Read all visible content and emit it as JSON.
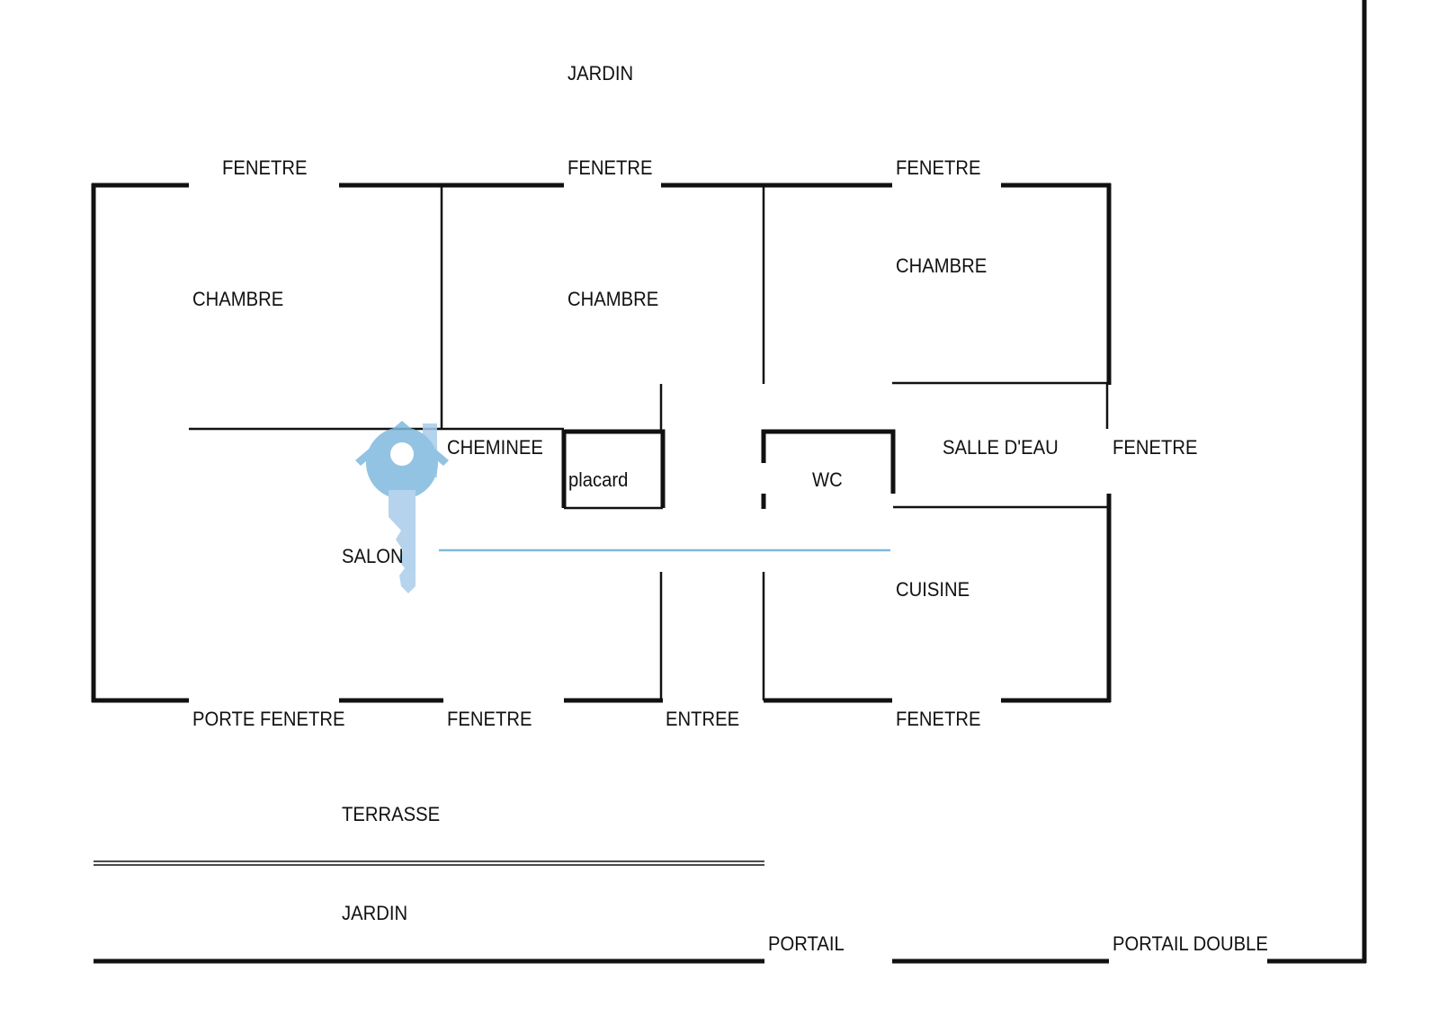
{
  "labels": {
    "jardin_top": "JARDIN",
    "fenetre_top_1": "FENETRE",
    "fenetre_top_2": "FENETRE",
    "fenetre_top_3": "FENETRE",
    "chambre_1": "CHAMBRE",
    "chambre_2": "CHAMBRE",
    "chambre_3": "CHAMBRE",
    "cheminee": "CHEMINEE",
    "placard": "placard",
    "wc": "WC",
    "salle_deau": "SALLE D'EAU",
    "fenetre_right": "FENETRE",
    "salon": "SALON",
    "cuisine": "CUISINE",
    "porte_fenetre": "PORTE FENETRE",
    "fenetre_bottom_1": "FENETRE",
    "entree": "ENTREE",
    "fenetre_bottom_2": "FENETRE",
    "terrasse": "TERRASSE",
    "jardin_bottom": "JARDIN",
    "portail": "PORTAIL",
    "portail_double": "PORTAIL DOUBLE"
  },
  "colors": {
    "wall": "#111111",
    "accent": "#7fb9dd"
  }
}
